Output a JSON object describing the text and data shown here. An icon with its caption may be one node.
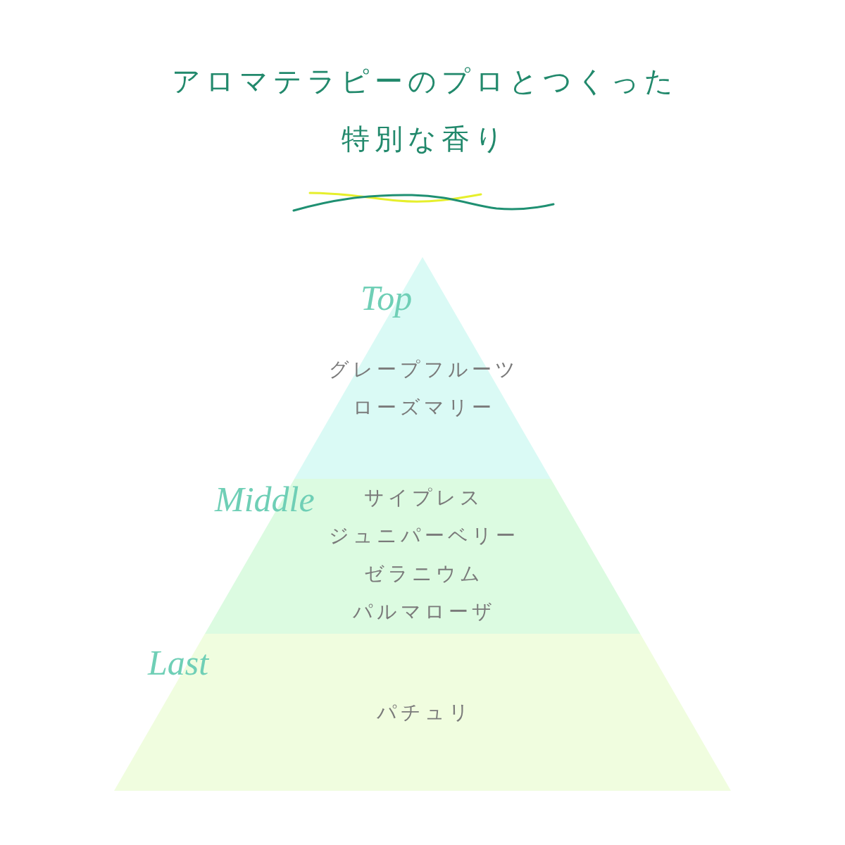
{
  "diagram": {
    "title": "アロマテラピーのプロとつくった特別な香り",
    "nodes": [
      {
        "text": [
          "Top",
          "グレープフルーツ",
          "ローズマリー"
        ]
      },
      {
        "text": [
          "Middle",
          "サイプレス",
          "ジュニパーベリー",
          "ゼラニウム",
          "パルマローザ"
        ]
      },
      {
        "text": [
          "Last",
          "パチュリ"
        ]
      }
    ]
  }
}
